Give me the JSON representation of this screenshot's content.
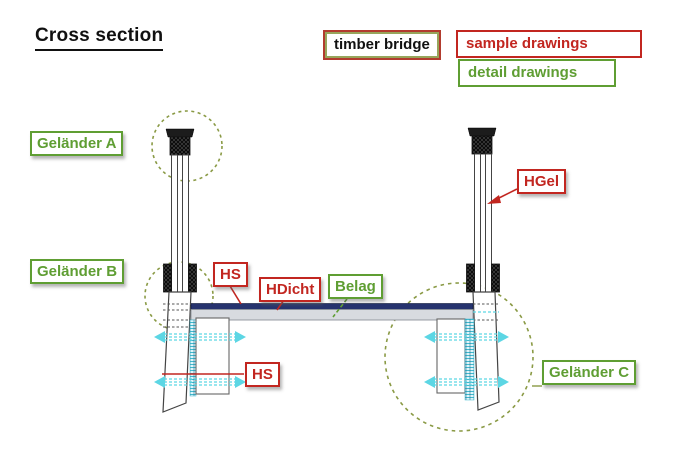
{
  "title": "Cross section",
  "legend": {
    "timber_bridge": "timber bridge",
    "sample_drawings": "sample drawings",
    "detail_drawings": "detail drawings"
  },
  "labels": {
    "gelaender_a": "Geländer A",
    "gelaender_b": "Geländer B",
    "gelaender_c": "Geländer C",
    "hs_top": "HS",
    "hs_bottom": "HS",
    "hdicht": "HDicht",
    "belag": "Belag",
    "hgel": "HGel"
  },
  "colors": {
    "sample_red": "#c22620",
    "detail_green": "#5f9e33",
    "circle_olive": "#8a9a45",
    "deck_navy": "#26336e",
    "deck_gray": "#d8dbe0",
    "bolt_cyan": "#5cd6e4"
  },
  "diagram": {
    "kind": "timber bridge cross section technical drawing",
    "detail_circles": [
      "Geländer A",
      "Geländer B",
      "Geländer C"
    ]
  }
}
